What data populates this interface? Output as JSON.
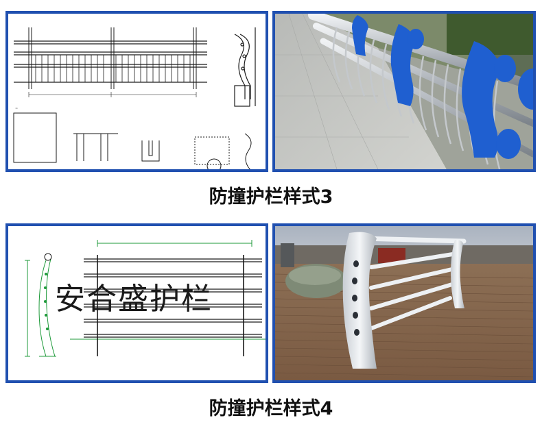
{
  "captions": {
    "style3": "防撞护栏样式3",
    "style4": "防撞护栏样式4"
  },
  "watermark": "安合盛护栏",
  "colors": {
    "frame_border": "#2050b0",
    "guardrail_blue": "#1f5fd0",
    "steel": "#c9cdd2",
    "cad_line": "#1a1a1a",
    "cad_green": "#1e9a3a"
  },
  "panels": [
    {
      "id": "cad-drawing-style3",
      "kind": "technical drawing"
    },
    {
      "id": "photo-blue-guardrail",
      "kind": "photo"
    },
    {
      "id": "cad-drawing-style4",
      "kind": "technical drawing"
    },
    {
      "id": "photo-white-guardrail",
      "kind": "photo"
    }
  ]
}
